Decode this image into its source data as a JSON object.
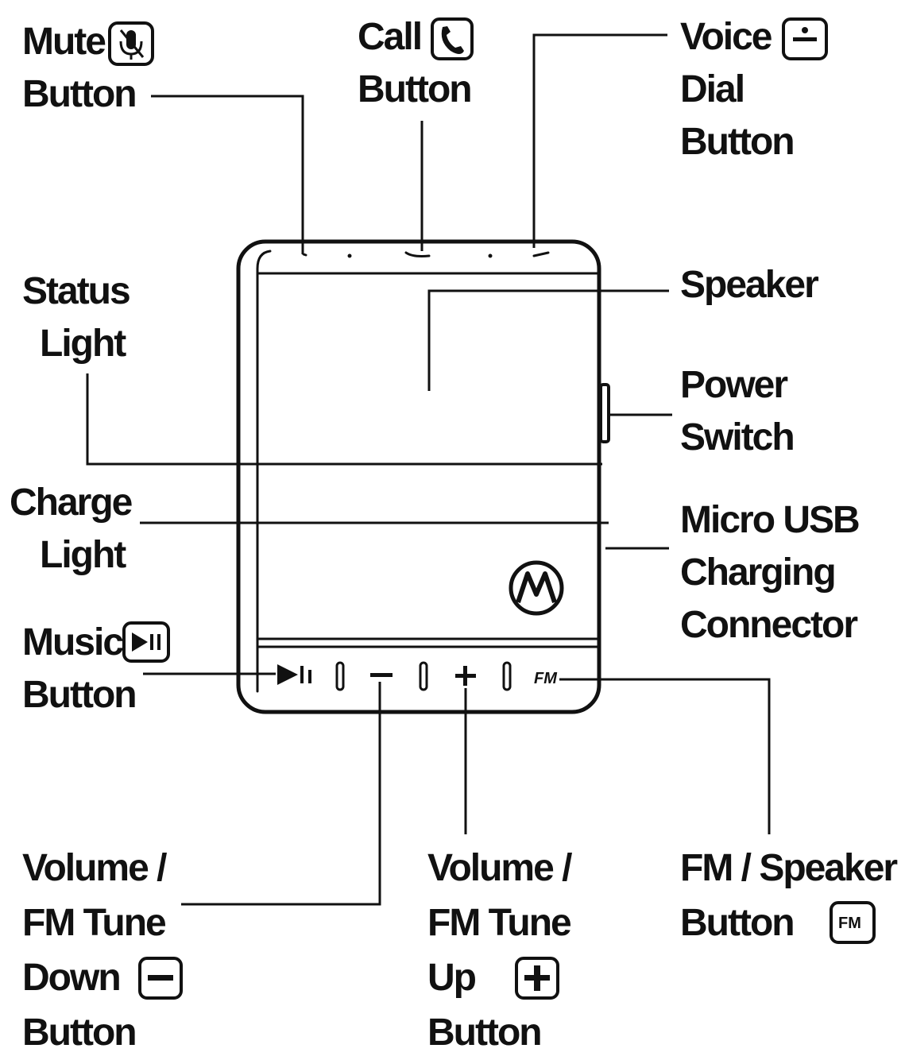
{
  "labels": {
    "mute": {
      "line1": "Mute",
      "line2": "Button"
    },
    "call": {
      "line1": "Call",
      "line2": "Button"
    },
    "voice": {
      "line1": "Voice",
      "line2": "Dial",
      "line3": "Button"
    },
    "status": {
      "line1": "Status",
      "line2": "Light"
    },
    "speaker": {
      "line1": "Speaker"
    },
    "power": {
      "line1": "Power",
      "line2": "Switch"
    },
    "charge": {
      "line1": "Charge",
      "line2": "Light"
    },
    "usb": {
      "line1": "Micro USB",
      "line2": "Charging",
      "line3": "Connector"
    },
    "music": {
      "line1": "Music",
      "line2": "Button"
    },
    "voldown": {
      "line1": "Volume /",
      "line2": "FM Tune",
      "line3": "Down",
      "line4": "Button"
    },
    "volup": {
      "line1": "Volume /",
      "line2": "FM Tune",
      "line3": "Up",
      "line4": "Button"
    },
    "fm": {
      "line1": "FM / Speaker",
      "line2": "Button"
    }
  },
  "device": {
    "fm_text": "FM",
    "fm_badge_text": "FM"
  },
  "icons": {
    "mute": "microphone-mute-icon",
    "call": "phone-handset-icon",
    "voice": "voice-dial-icon",
    "music": "play-pause-icon",
    "minus": "minus-icon",
    "plus": "plus-icon",
    "fm": "fm-icon",
    "logo": "motorola-logo-icon"
  },
  "colors": {
    "ink": "#111111",
    "background": "#ffffff"
  }
}
